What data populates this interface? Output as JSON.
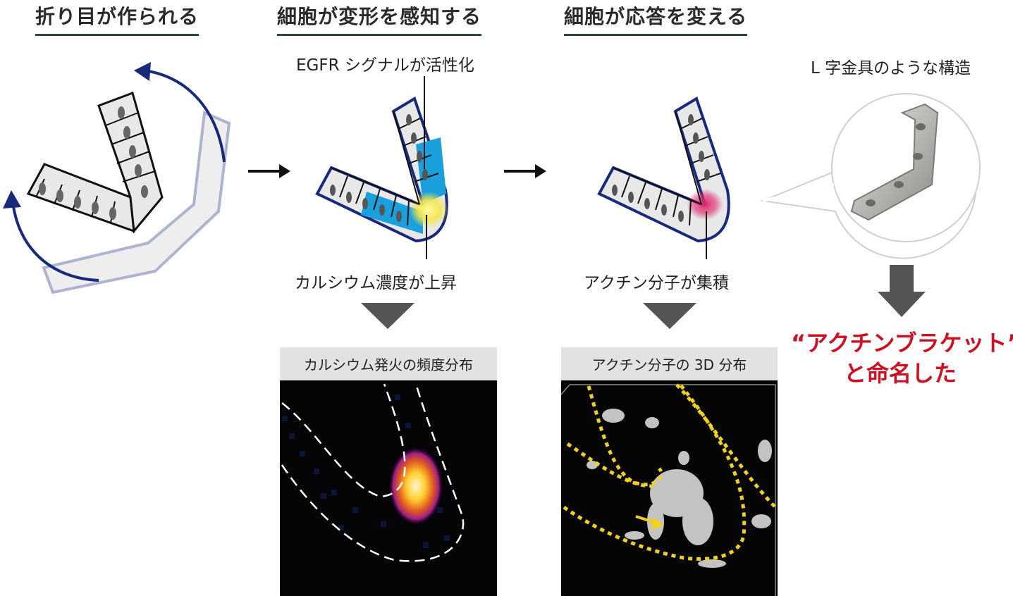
{
  "headings": {
    "step1": "折り目が作られる",
    "step2": "細胞が変形を感知する",
    "step3": "細胞が応答を変える"
  },
  "labels": {
    "egfr": "EGFR シグナルが活性化",
    "calcium": "カルシウム濃度が上昇",
    "actin_accumulate": "アクチン分子が集積",
    "bracket_caption": "L 字金具のような構造"
  },
  "panels": {
    "calcium_title": "カルシウム発火の頻度分布",
    "actin_title": "アクチン分子の 3D 分布"
  },
  "conclusion": {
    "line1": "“アクチンブラケット”",
    "line2": "と命名した"
  },
  "icons": {
    "arrow1": "right-arrow-icon",
    "arrow2": "right-arrow-icon",
    "down1": "down-triangle-icon",
    "down2": "down-triangle-icon",
    "down3": "down-arrow-icon"
  },
  "colors": {
    "heading_underline": "#2a4a35",
    "tissue_outline": "#1a2a7a",
    "egfr_blue": "#1aa0dc",
    "calcium_yellow": "#f5e64a",
    "actin_pink": "#e0286e",
    "conclusion_red": "#cc1122",
    "dashed_yellow": "#f0d020"
  }
}
